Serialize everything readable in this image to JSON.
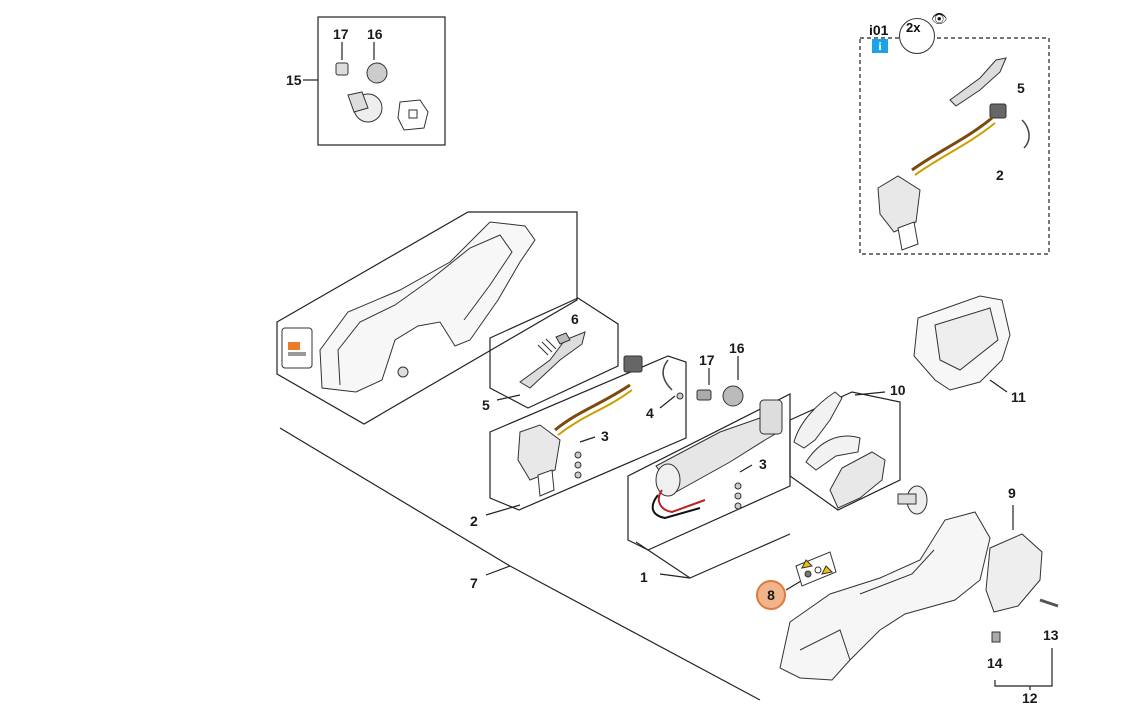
{
  "diagram": {
    "callouts": {
      "c1": "1",
      "c2a": "2",
      "c2b": "2",
      "c3a": "3",
      "c3b": "3",
      "c4": "4",
      "c5a": "5",
      "c5b": "5",
      "c6": "6",
      "c7": "7",
      "c8": "8",
      "c9": "9",
      "c10": "10",
      "c11": "11",
      "c12": "12",
      "c13": "13",
      "c14": "14",
      "c15": "15",
      "c16a": "16",
      "c16b": "16",
      "c17a": "17",
      "c17b": "17"
    },
    "info": {
      "code": "i01",
      "icon": "i",
      "quantity": "2x",
      "eye_icon": "eye-icon"
    },
    "highlight_color": "#f2b48a",
    "info_color": "#1aa3e8"
  }
}
